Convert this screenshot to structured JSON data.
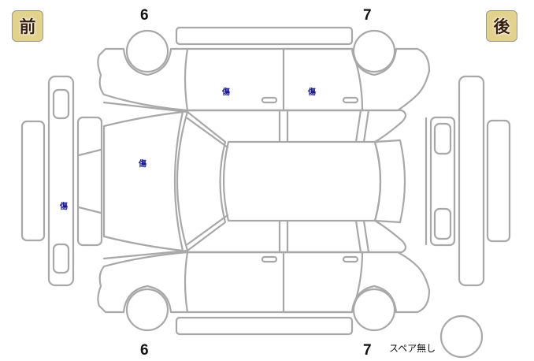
{
  "badges": {
    "front": "前",
    "rear": "後"
  },
  "wheels": {
    "front_left_top": "6",
    "rear_left_top": "7",
    "front_left_bottom": "6",
    "rear_left_bottom": "7"
  },
  "damage_marks": [
    {
      "label": "傷",
      "location": "rear-side-door-front"
    },
    {
      "label": "傷",
      "location": "rear-side-door-rear"
    },
    {
      "label": "傷",
      "location": "hood"
    },
    {
      "label": "傷",
      "location": "front-bumper"
    }
  ],
  "spare": {
    "label": "スペア無し"
  },
  "colors": {
    "outline": "#a8a8a8",
    "badge_bg": "#e2d28e",
    "damage_text": "#1a1a8a"
  }
}
